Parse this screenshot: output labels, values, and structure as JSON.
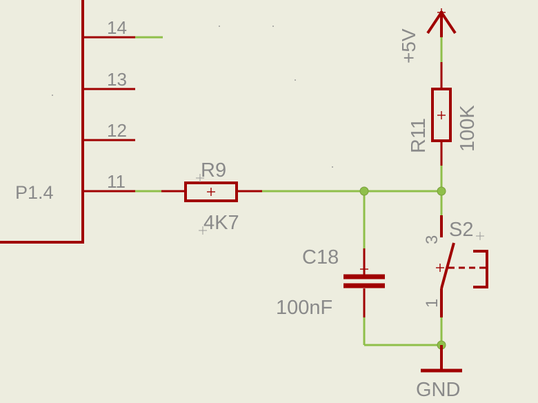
{
  "schematic": {
    "ic": {
      "pin_name": "P1.4",
      "pins": [
        "14",
        "13",
        "12",
        "11"
      ]
    },
    "resistor_r9": {
      "name": "R9",
      "value": "4K7"
    },
    "resistor_r11": {
      "name": "R11",
      "value": "100K"
    },
    "capacitor_c18": {
      "name": "C18",
      "value": "100nF"
    },
    "switch_s2": {
      "name": "S2",
      "pin_top": "3",
      "pin_bottom": "1"
    },
    "supply": {
      "label": "+5V"
    },
    "ground": {
      "label": "GND"
    },
    "colors": {
      "part": "#a00000",
      "net": "#8fbf4a",
      "label": "#8a8a8a",
      "background": "#ededdf"
    }
  }
}
